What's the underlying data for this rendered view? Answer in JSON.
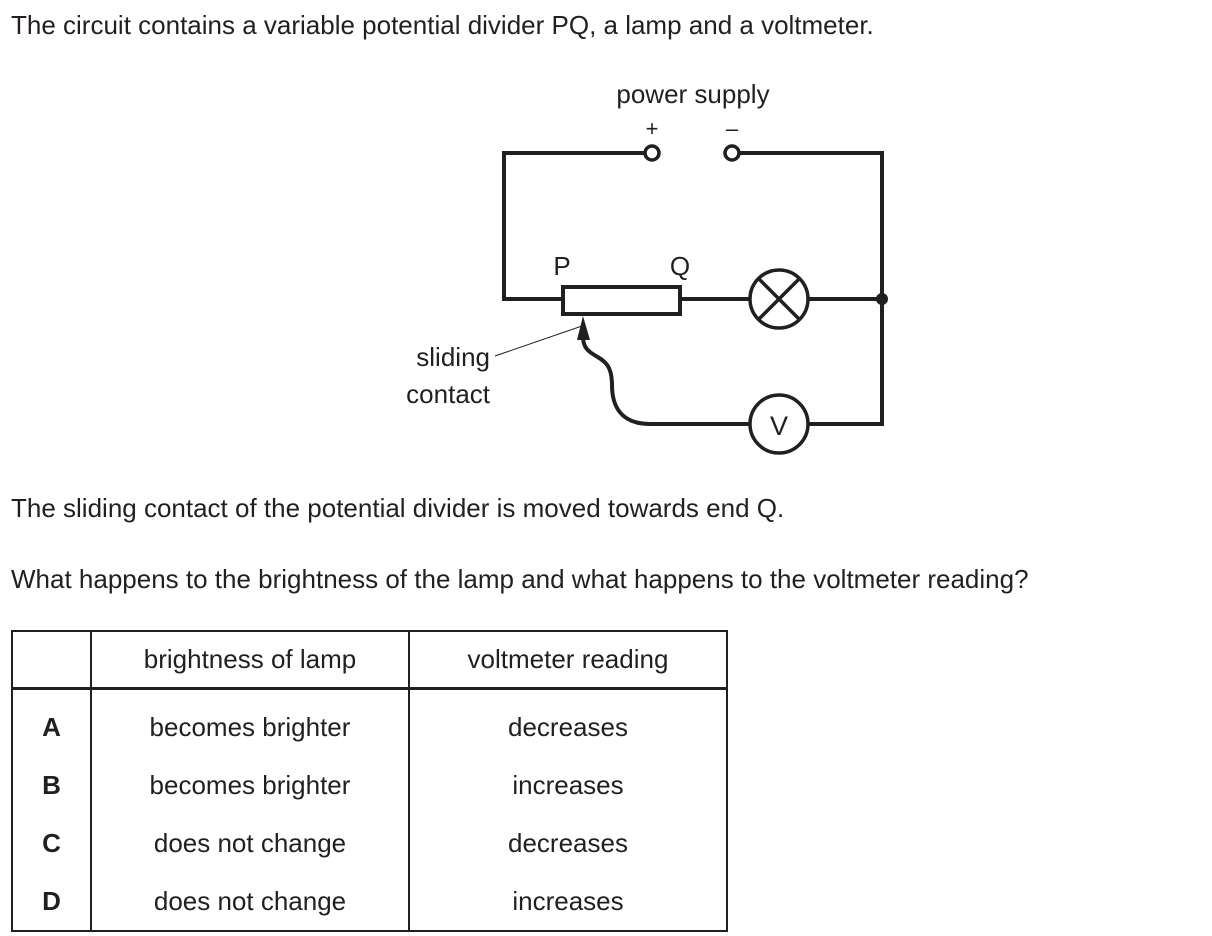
{
  "intro": "The circuit contains a variable potential divider PQ, a lamp and a voltmeter.",
  "diagram": {
    "power_supply_label": "power supply",
    "positive_terminal": "+",
    "negative_terminal": "–",
    "end_p_label": "P",
    "end_q_label": "Q",
    "sliding_contact_label_line1": "sliding",
    "sliding_contact_label_line2": "contact",
    "voltmeter_symbol": "V",
    "icons": [
      "power-supply-terminals",
      "potential-divider-resistor",
      "lamp-icon",
      "voltmeter-icon",
      "junction-dot",
      "sliding-contact-arrow"
    ]
  },
  "statement": "The sliding contact of the potential divider is moved towards end Q.",
  "question": "What happens to the brightness of the lamp and what happens to the voltmeter reading?",
  "table": {
    "headers": [
      "",
      "brightness of lamp",
      "voltmeter reading"
    ],
    "rows": [
      {
        "option": "A",
        "brightness": "becomes brighter",
        "voltmeter": "decreases"
      },
      {
        "option": "B",
        "brightness": "becomes brighter",
        "voltmeter": "increases"
      },
      {
        "option": "C",
        "brightness": "does not change",
        "voltmeter": "decreases"
      },
      {
        "option": "D",
        "brightness": "does not change",
        "voltmeter": "increases"
      }
    ]
  }
}
